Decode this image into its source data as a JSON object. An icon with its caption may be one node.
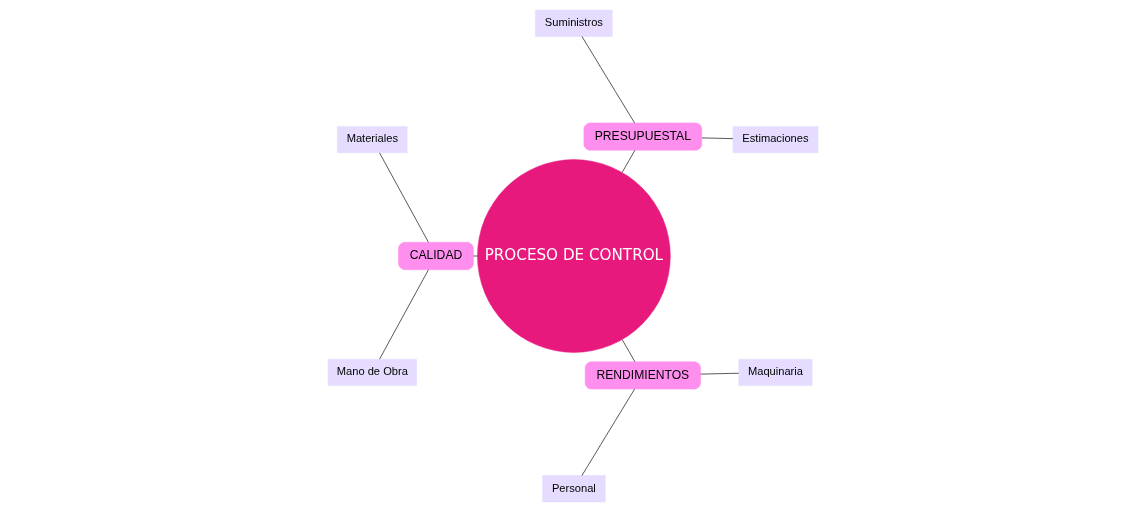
{
  "diagram": {
    "nodes": [
      {
        "text": [
          "PROCESO DE CONTROL"
        ]
      },
      {
        "text": [
          "PRESUPUESTAL"
        ]
      },
      {
        "text": [
          "Estimaciones"
        ]
      },
      {
        "text": [
          "Suministros"
        ]
      },
      {
        "text": [
          "CALIDAD"
        ]
      },
      {
        "text": [
          "Materiales"
        ]
      },
      {
        "text": [
          "Mano de Obra"
        ]
      },
      {
        "text": [
          "RENDIMIENTOS"
        ]
      },
      {
        "text": [
          "Personal"
        ]
      },
      {
        "text": [
          "Maquinaria"
        ]
      }
    ],
    "edges": [
      {
        "from": 0,
        "to": 1,
        "arrow": "none"
      },
      {
        "from": 1,
        "to": 2,
        "arrow": "none"
      },
      {
        "from": 1,
        "to": 3,
        "arrow": "none"
      },
      {
        "from": 0,
        "to": 4,
        "arrow": "none"
      },
      {
        "from": 4,
        "to": 5,
        "arrow": "none"
      },
      {
        "from": 4,
        "to": 6,
        "arrow": "none"
      },
      {
        "from": 0,
        "to": 7,
        "arrow": "none"
      },
      {
        "from": 7,
        "to": 8,
        "arrow": "none"
      },
      {
        "from": 7,
        "to": 9,
        "arrow": "none"
      }
    ]
  }
}
